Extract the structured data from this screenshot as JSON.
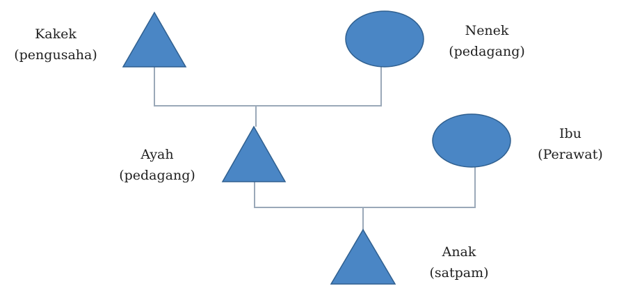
{
  "colors": {
    "shape_fill": "#4a86c5",
    "shape_stroke": "#2f5f8f",
    "line": "#9aa8b8",
    "text": "#1f1f1f"
  },
  "members": {
    "kakek": {
      "symbol": "triangle",
      "name": "Kakek",
      "role": "(pengusaha)"
    },
    "nenek": {
      "symbol": "ellipse",
      "name": "Nenek",
      "role": "(pedagang)"
    },
    "ayah": {
      "symbol": "triangle",
      "name": "Ayah",
      "role": "(pedagang)"
    },
    "ibu": {
      "symbol": "ellipse",
      "name": "Ibu",
      "role": "(Perawat)"
    },
    "anak": {
      "symbol": "triangle",
      "name": "Anak",
      "role": "(satpam)"
    }
  }
}
